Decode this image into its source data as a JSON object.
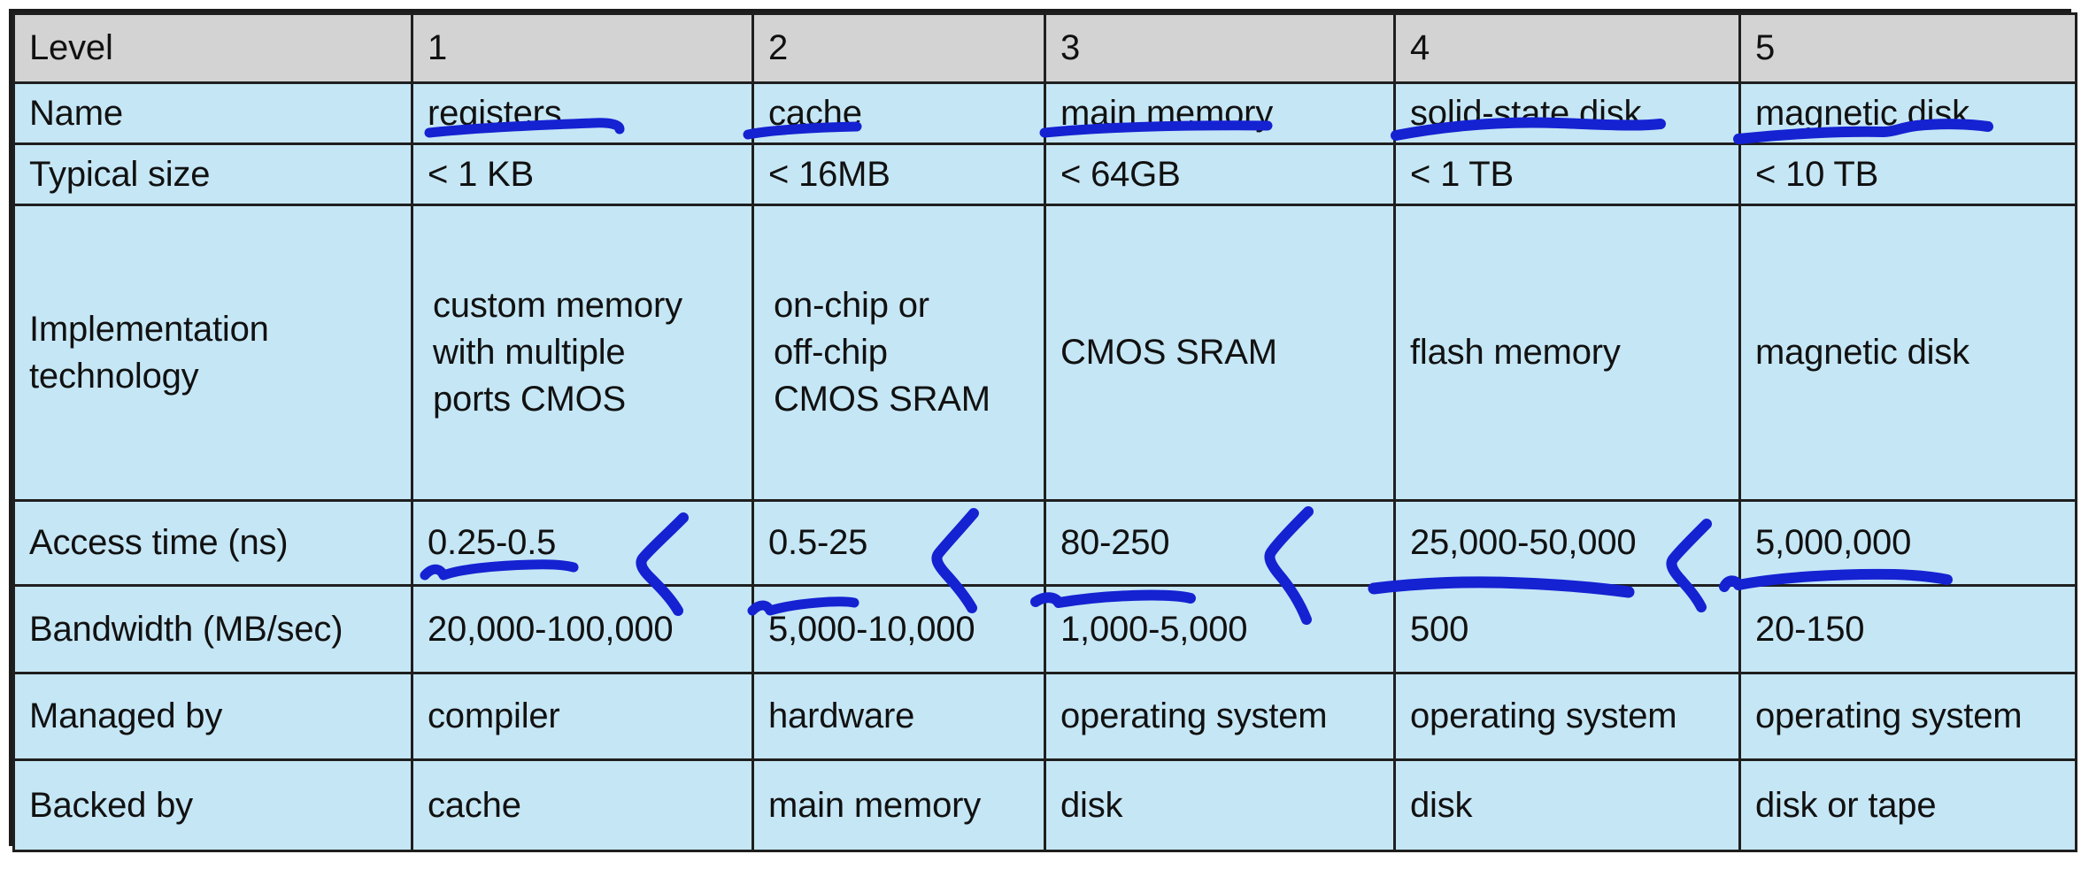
{
  "table": {
    "header_bg": "#d3d3d3",
    "body_bg": "#c5e6f5",
    "border_color": "#1f1f1f",
    "annotation_color": "#1422d2",
    "columns": [
      "Level",
      "1",
      "2",
      "3",
      "4",
      "5"
    ],
    "rows": [
      {
        "label": "Level",
        "is_header": true,
        "cells": [
          "1",
          "2",
          "3",
          "4",
          "5"
        ]
      },
      {
        "label": "Name",
        "is_header": false,
        "cells": [
          "registers",
          "cache",
          "main memory",
          "solid-state disk",
          "magnetic disk"
        ]
      },
      {
        "label": "Typical size",
        "is_header": false,
        "cells": [
          "< 1 KB",
          "< 16MB",
          "< 64GB",
          "< 1 TB",
          "< 10 TB"
        ]
      },
      {
        "label": "Implementation\ntechnology",
        "is_header": false,
        "cells": [
          "custom memory\nwith multiple\nports CMOS",
          "on-chip or\noff-chip\nCMOS SRAM",
          "CMOS SRAM",
          "flash memory",
          "magnetic disk"
        ]
      },
      {
        "label": "Access time (ns)",
        "is_header": false,
        "cells": [
          "0.25-0.5",
          "0.5-25",
          "80-250",
          "25,000-50,000",
          "5,000,000"
        ]
      },
      {
        "label": "Bandwidth (MB/sec)",
        "is_header": false,
        "cells": [
          "20,000-100,000",
          "5,000-10,000",
          "1,000-5,000",
          "500",
          "20-150"
        ]
      },
      {
        "label": "Managed by",
        "is_header": false,
        "cells": [
          "compiler",
          "hardware",
          "operating system",
          "operating system",
          "operating system"
        ]
      },
      {
        "label": "Backed by",
        "is_header": false,
        "cells": [
          "cache",
          "main memory",
          "disk",
          "disk",
          "disk or tape"
        ]
      }
    ]
  },
  "annotations": {
    "color": "#1422d2",
    "underlines": [
      {
        "name": "underline-registers",
        "target": "registers"
      },
      {
        "name": "underline-cache",
        "target": "cache"
      },
      {
        "name": "underline-main-memory",
        "target": "main memory"
      },
      {
        "name": "underline-solid-state-disk",
        "target": "solid-state disk"
      },
      {
        "name": "underline-magnetic-disk",
        "target": "magnetic disk"
      },
      {
        "name": "underline-access-time-1",
        "target": "0.25-0.5"
      },
      {
        "name": "underline-access-time-2",
        "target": "0.5-25"
      },
      {
        "name": "underline-access-time-3",
        "target": "80-250"
      },
      {
        "name": "underline-access-time-4",
        "target": "25,000-50,000"
      },
      {
        "name": "underline-access-time-5",
        "target": "5,000,000"
      }
    ],
    "less_than_marks": [
      {
        "name": "less-than-mark-1",
        "between": "0.25-0.5 and 0.5-25"
      },
      {
        "name": "less-than-mark-2",
        "between": "0.5-25 and 80-250"
      },
      {
        "name": "less-than-mark-3",
        "between": "80-250 and 25,000-50,000"
      },
      {
        "name": "less-than-mark-4",
        "between": "25,000-50,000 and 5,000,000"
      }
    ]
  }
}
